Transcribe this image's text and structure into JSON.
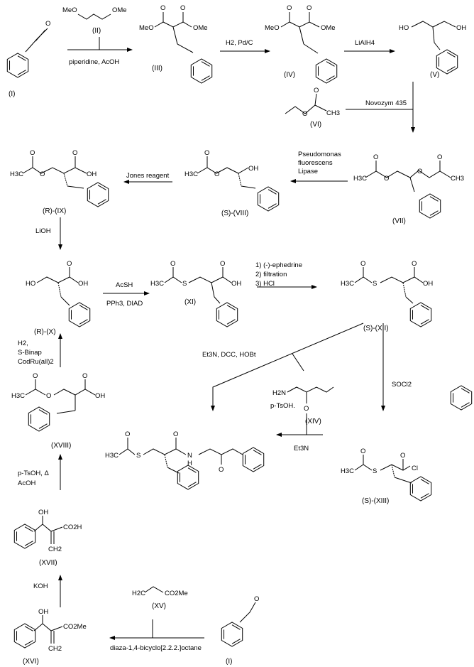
{
  "compounds": {
    "I": "(I)",
    "II": "(II)",
    "III": "(III)",
    "IV": "(IV)",
    "V": "(V)",
    "VI": "(VI)",
    "VII": "(VII)",
    "VIII": "(S)-(VIII)",
    "IX": "(R)-(IX)",
    "X": "(R)-(X)",
    "XI": "(XI)",
    "XII": "(S)-(XII)",
    "XIII": "(S)-(XIII)",
    "XIV": "(XIV)",
    "XV": "(XV)",
    "XVI": "(XVI)",
    "XVII": "(XVII)",
    "XVIII": "(XVIII)",
    "I_bottom": "(I)"
  },
  "reagents": {
    "r1": "piperidine, AcOH",
    "r2": "H2, Pd/C",
    "r3": "LiAlH4",
    "r4": "Novozym 435",
    "r5": [
      "Pseudomonas",
      "fluorescens",
      "Lipase"
    ],
    "r6": "Jones reagent",
    "r7": "LiOH",
    "r8": [
      "AcSH",
      "PPh3, DIAD"
    ],
    "r9": [
      "1) (-)-ephedrine",
      "2) filtration",
      "3) HCl"
    ],
    "r10": "Et3N, DCC, HOBt",
    "r11": "SOCl2",
    "r12": "Et3N",
    "r13": [
      "H2,",
      "S-Binap",
      "CodRu(all)2"
    ],
    "r14": [
      "p-TsOH, Δ",
      "AcOH"
    ],
    "r15": "KOH",
    "r16": "diaza-1,4-bicyclo[2.2.2.]octane",
    "r17": "p-TsOH."
  },
  "atoms": {
    "O": "O",
    "OH": "OH",
    "HO": "HO",
    "MeO": "MeO",
    "OMe": "OMe",
    "H3C": "H3C",
    "S": "S",
    "Cl": "Cl",
    "NH": "N",
    "H": "H",
    "H2N": "H2N",
    "CO2H": "CO2H",
    "CO2Me": "CO2Me",
    "CH2": "CH2",
    "H2C": "H2C",
    "CH3": "CH3"
  }
}
